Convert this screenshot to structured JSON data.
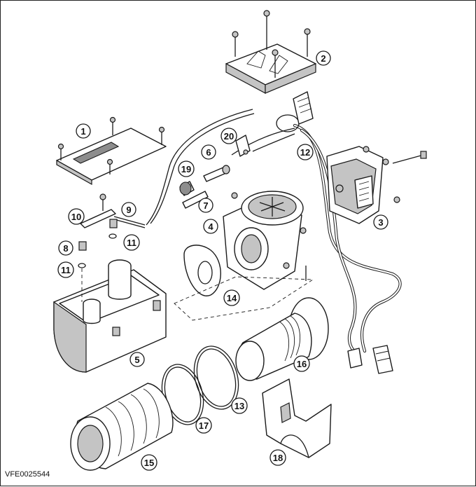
{
  "figure": {
    "code": "VFE0025544",
    "callouts": [
      "1",
      "2",
      "3",
      "4",
      "5",
      "6",
      "7",
      "8",
      "9",
      "10",
      "11",
      "11",
      "12",
      "13",
      "14",
      "15",
      "16",
      "17",
      "18",
      "19",
      "20"
    ]
  }
}
